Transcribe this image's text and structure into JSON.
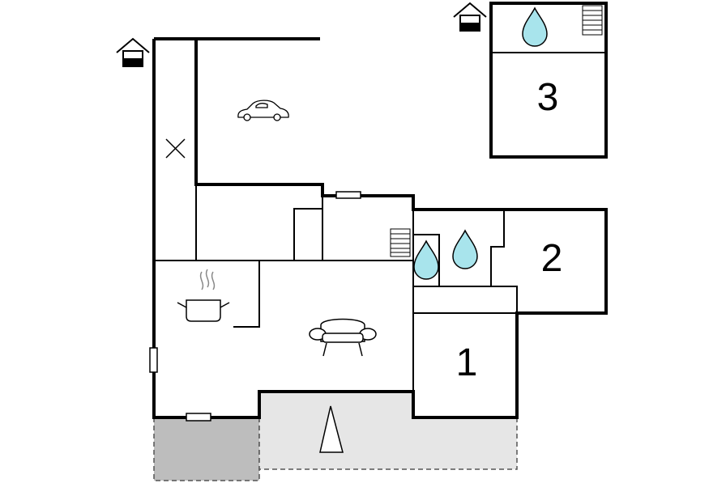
{
  "rooms": [
    {
      "id": "room-1",
      "label": "1"
    },
    {
      "id": "room-2",
      "label": "2"
    },
    {
      "id": "room-3",
      "label": "3"
    }
  ],
  "icons": {
    "car": "car-icon",
    "sofa": "sofa-icon",
    "cooking_pot": "cooking-pot-icon",
    "water_drop": "water-drop-icon",
    "entrance": "house-entrance-icon",
    "stairs": "stairs-icon",
    "window": "window-icon",
    "tree": "tree-icon",
    "unknown_space": "cross-mark-icon"
  },
  "colors": {
    "wall": "#000000",
    "water": "#a8e4ec",
    "terrace": "#e6e6e6",
    "terrace_dark": "#bdbdbd",
    "dashed_border": "#555555"
  }
}
